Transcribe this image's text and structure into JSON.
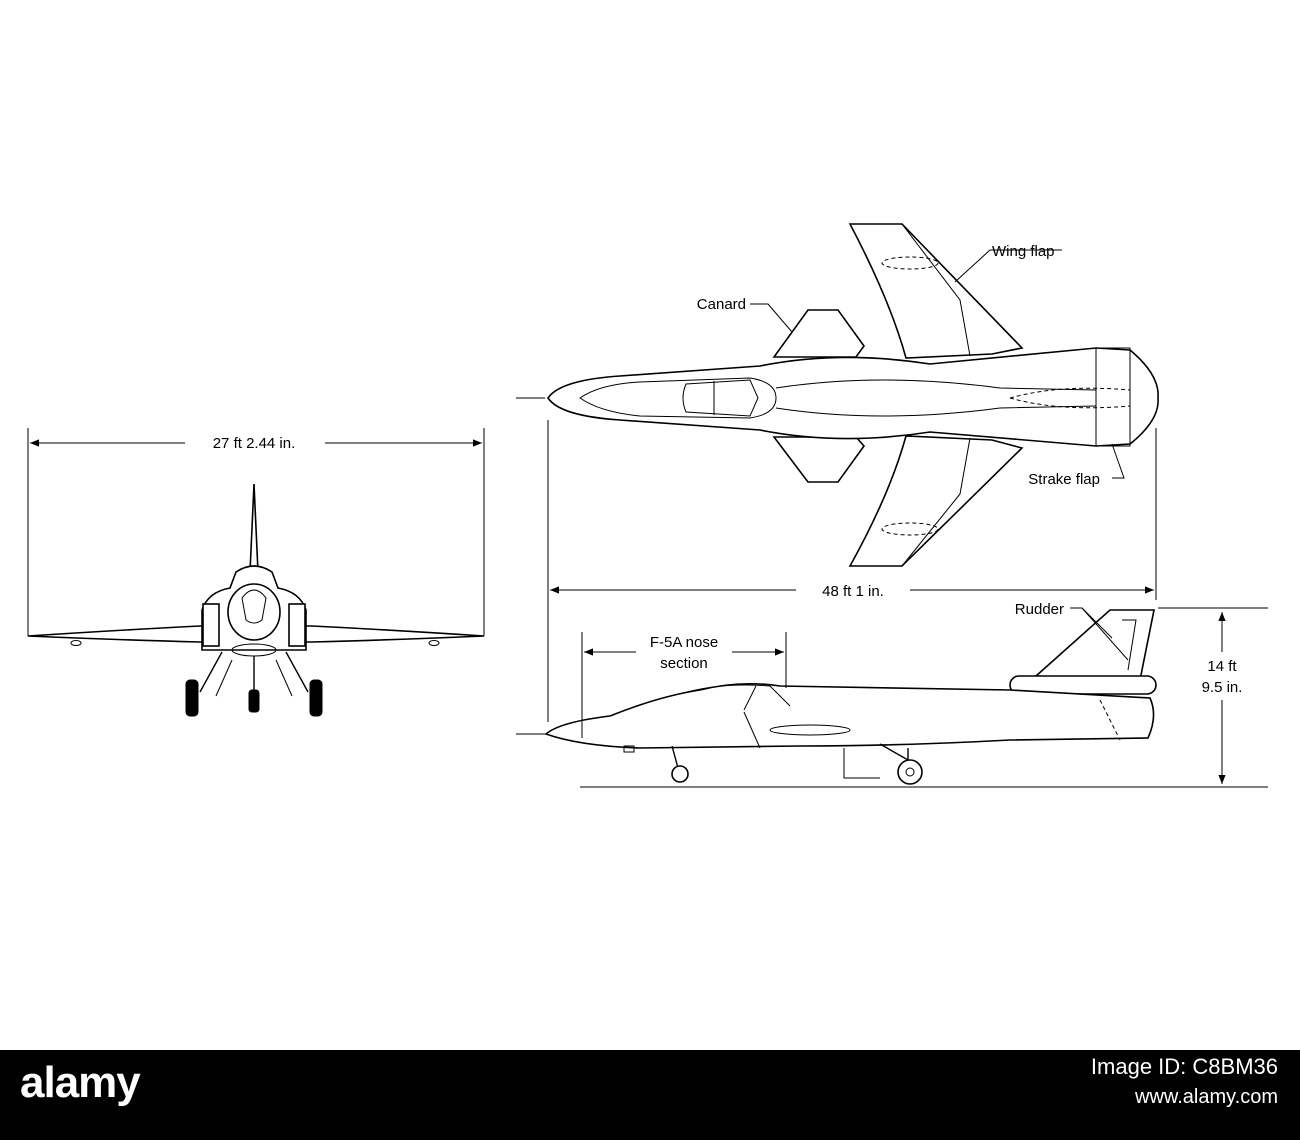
{
  "labels": {
    "span": "27 ft 2.44 in.",
    "wing_flap": "Wing flap",
    "canard": "Canard",
    "strake_flap": "Strake flap",
    "length": "48 ft 1 in.",
    "rudder": "Rudder",
    "nose_section_line1": "F-5A nose",
    "nose_section_line2": "section",
    "height_line1": "14 ft",
    "height_line2": "9.5 in."
  },
  "footer": {
    "brand": "alamy",
    "image_id": "Image ID: C8BM36",
    "url": "www.alamy.com",
    "background": "#000000"
  }
}
